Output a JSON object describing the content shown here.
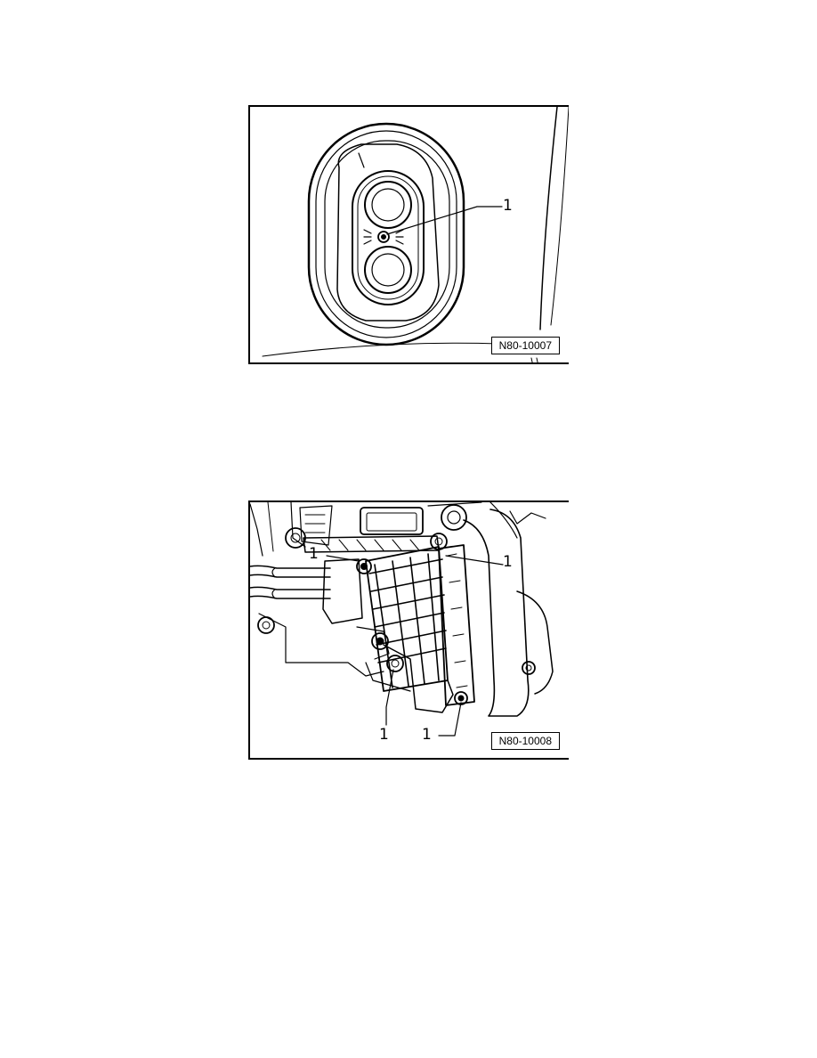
{
  "figures": [
    {
      "id": "N80-10007",
      "callouts": [
        "1"
      ]
    },
    {
      "id": "N80-10008",
      "callouts": [
        "1",
        "1",
        "1",
        "1"
      ]
    }
  ]
}
